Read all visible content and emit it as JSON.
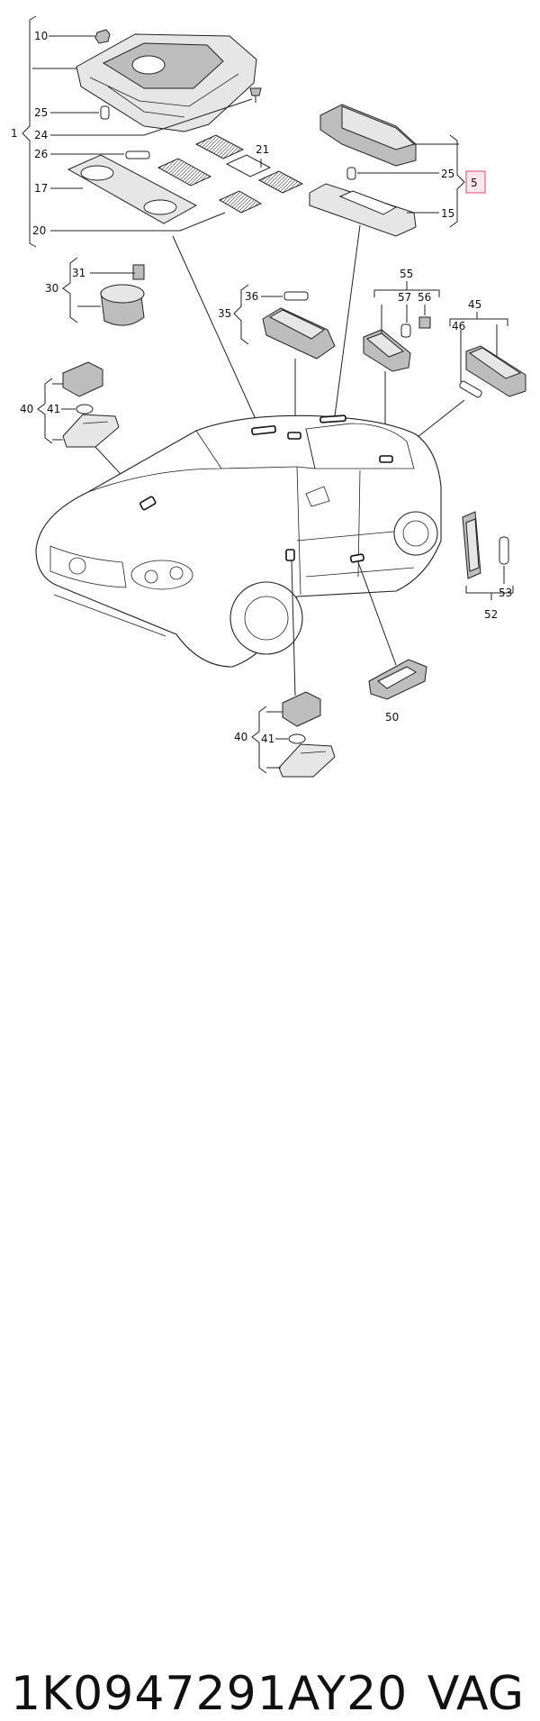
{
  "callouts": {
    "c1": "1",
    "c5": "5",
    "c10": "10",
    "c15": "15",
    "c17": "17",
    "c20": "20",
    "c21": "21",
    "c24": "24",
    "c25a": "25",
    "c25b": "25",
    "c26": "26",
    "c30": "30",
    "c31": "31",
    "c35": "35",
    "c36": "36",
    "c40a": "40",
    "c40b": "40",
    "c41a": "41",
    "c41b": "41",
    "c45": "45",
    "c46": "46",
    "c50": "50",
    "c52": "52",
    "c53": "53",
    "c55": "55",
    "c56": "56",
    "c57": "57"
  },
  "highlight_color": "#e24b6a",
  "caption": {
    "part_number": "1K0947291AY20",
    "brand": "VAG"
  }
}
